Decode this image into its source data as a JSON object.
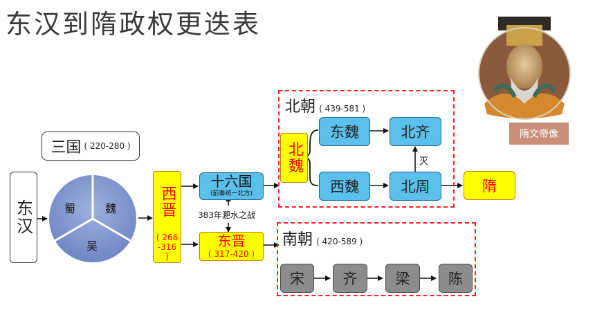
{
  "title": "东汉到隋政权更迭表",
  "portrait": {
    "caption": "隋文帝像"
  },
  "nodes": {
    "donghan": "东汉",
    "sanguo": "三国",
    "sanguo_years": "( 220-280 )",
    "shu": "蜀",
    "wei": "魏",
    "wu": "吴",
    "xijin": "西晋",
    "xijin_years": "( 266-316 )",
    "shiliuguo": "十六国",
    "shiliuguo_note": "(前秦统一北方)",
    "battle": "383年淝水之战",
    "dongjin": "东晋",
    "dongjin_years": "( 317-420 )",
    "beichao": "北朝",
    "beichao_years": "( 439-581 )",
    "beiwei": "北魏",
    "dongwei": "东魏",
    "xiwei": "西魏",
    "beiqi": "北齐",
    "beizhou": "北周",
    "mie": "灭",
    "sui": "隋",
    "nanchao": "南朝",
    "nanchao_years": "( 420-589 )",
    "song": "宋",
    "qi": "齐",
    "liang": "梁",
    "chen": "陈"
  },
  "colors": {
    "blue_fill": "#5bc0eb",
    "yellow_fill": "#ffff00",
    "gray_fill": "#8c8c8c",
    "pie_fill": "#7f95cf",
    "dash_border": "#ff1f1f",
    "caption_bg": "#c98f78"
  }
}
